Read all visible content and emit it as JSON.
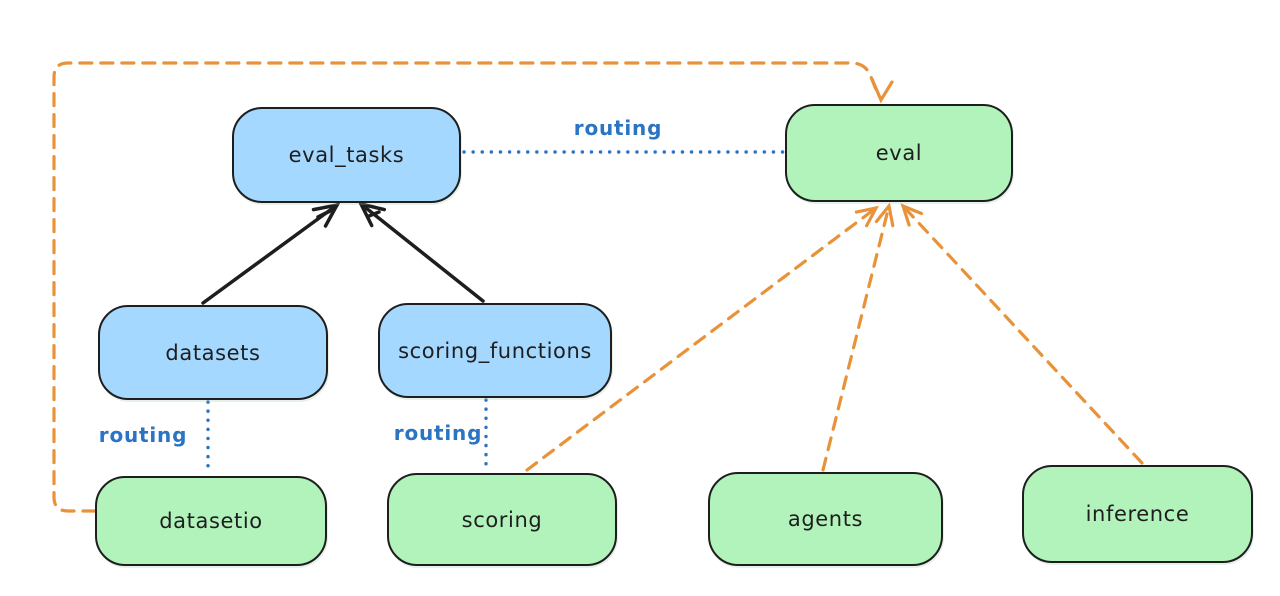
{
  "diagram": {
    "type": "architecture-diagram",
    "background": "#ffffff",
    "colors": {
      "node_blue_fill": "#a5d8ff",
      "node_green_fill": "#b2f2bb",
      "node_stroke": "#1e1e1e",
      "solid_arrow": "#1e1e1e",
      "routing_blue": "#2b74c4",
      "dashed_orange": "#e8923a"
    },
    "nodes": [
      {
        "id": "eval_tasks",
        "label": "eval_tasks",
        "fill": "blue"
      },
      {
        "id": "eval",
        "label": "eval",
        "fill": "green"
      },
      {
        "id": "datasets",
        "label": "datasets",
        "fill": "blue"
      },
      {
        "id": "scoring_functions",
        "label": "scoring_functions",
        "fill": "blue"
      },
      {
        "id": "datasetio",
        "label": "datasetio",
        "fill": "green"
      },
      {
        "id": "scoring",
        "label": "scoring",
        "fill": "green"
      },
      {
        "id": "agents",
        "label": "agents",
        "fill": "green"
      },
      {
        "id": "inference",
        "label": "inference",
        "fill": "green"
      }
    ],
    "edges": [
      {
        "from": "datasets",
        "to": "eval_tasks",
        "style": "solid-black-arrow",
        "label": ""
      },
      {
        "from": "scoring_functions",
        "to": "eval_tasks",
        "style": "solid-black-arrow",
        "label": ""
      },
      {
        "from": "eval_tasks",
        "to": "eval",
        "style": "dotted-blue",
        "label": "routing"
      },
      {
        "from": "datasets",
        "to": "datasetio",
        "style": "dotted-blue",
        "label": "routing"
      },
      {
        "from": "scoring_functions",
        "to": "scoring",
        "style": "dotted-blue",
        "label": "routing"
      },
      {
        "from": "datasetio",
        "to": "eval",
        "style": "dashed-orange-arrow",
        "label": ""
      },
      {
        "from": "scoring",
        "to": "eval",
        "style": "dashed-orange-arrow",
        "label": ""
      },
      {
        "from": "agents",
        "to": "eval",
        "style": "dashed-orange-arrow",
        "label": ""
      },
      {
        "from": "inference",
        "to": "eval",
        "style": "dashed-orange-arrow",
        "label": ""
      }
    ]
  }
}
